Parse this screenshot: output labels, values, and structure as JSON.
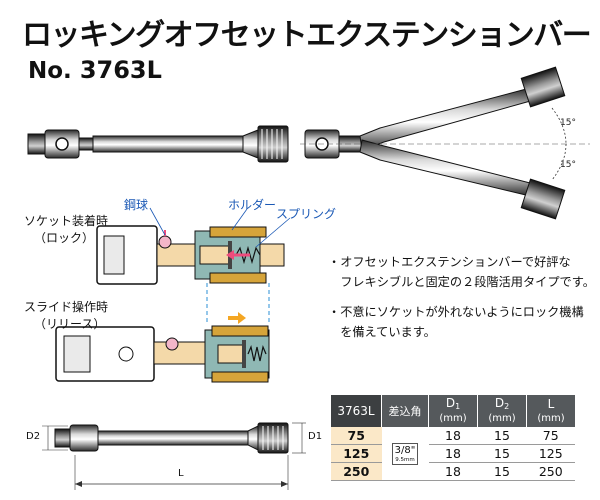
{
  "title": "ロッキングオフセットエクステンションバー",
  "model": {
    "prefix": "No.",
    "number": "3763L"
  },
  "diagram": {
    "lock_caption": [
      "ソケット装着時",
      "（ロック）"
    ],
    "release_caption": [
      "スライド操作時",
      "（リリース）"
    ],
    "labels": {
      "steel_ball": "鋼球",
      "holder": "ホルダー",
      "spring": "スプリング"
    },
    "angle_upper": "15°",
    "angle_lower": "15°",
    "dims": {
      "d2": "D2",
      "d1": "D1",
      "l": "L"
    }
  },
  "description": [
    {
      "bullet": "・",
      "lines": [
        "オフセットエクステンションバーで好評な",
        "フレキシブルと固定の２段階活用タイプです。"
      ]
    },
    {
      "bullet": "・",
      "lines": [
        "不意にソケットが外れないようにロック機構",
        "を備えています。"
      ]
    }
  ],
  "table": {
    "headers": {
      "model": "3763L",
      "drive": "差込角",
      "d1": {
        "main": "D",
        "sub": "1",
        "unit": "(mm)"
      },
      "d2": {
        "main": "D",
        "sub": "2",
        "unit": "(mm)"
      },
      "l": {
        "main": "L",
        "unit": "(mm)"
      }
    },
    "drive": {
      "size": "3/8\"",
      "mm": "9.5mm"
    },
    "rows": [
      {
        "model": "75",
        "d1": "18",
        "d2": "15",
        "l": "75"
      },
      {
        "model": "125",
        "d1": "18",
        "d2": "15",
        "l": "125"
      },
      {
        "model": "250",
        "d1": "18",
        "d2": "15",
        "l": "250"
      }
    ]
  },
  "colors": {
    "holder_gold": "#d6a43a",
    "inner_cream": "#f4d9a9",
    "spring_teal": "#8fb8b4",
    "ball_pink": "#f3b6c9",
    "label_blue": "#1a58b5",
    "label_red": "#d81f26",
    "arrow_orange": "#f4a623",
    "arrow_pink": "#ee4b7c",
    "header_gray": "#55595c",
    "row_highlight": "#fbe8c8"
  }
}
